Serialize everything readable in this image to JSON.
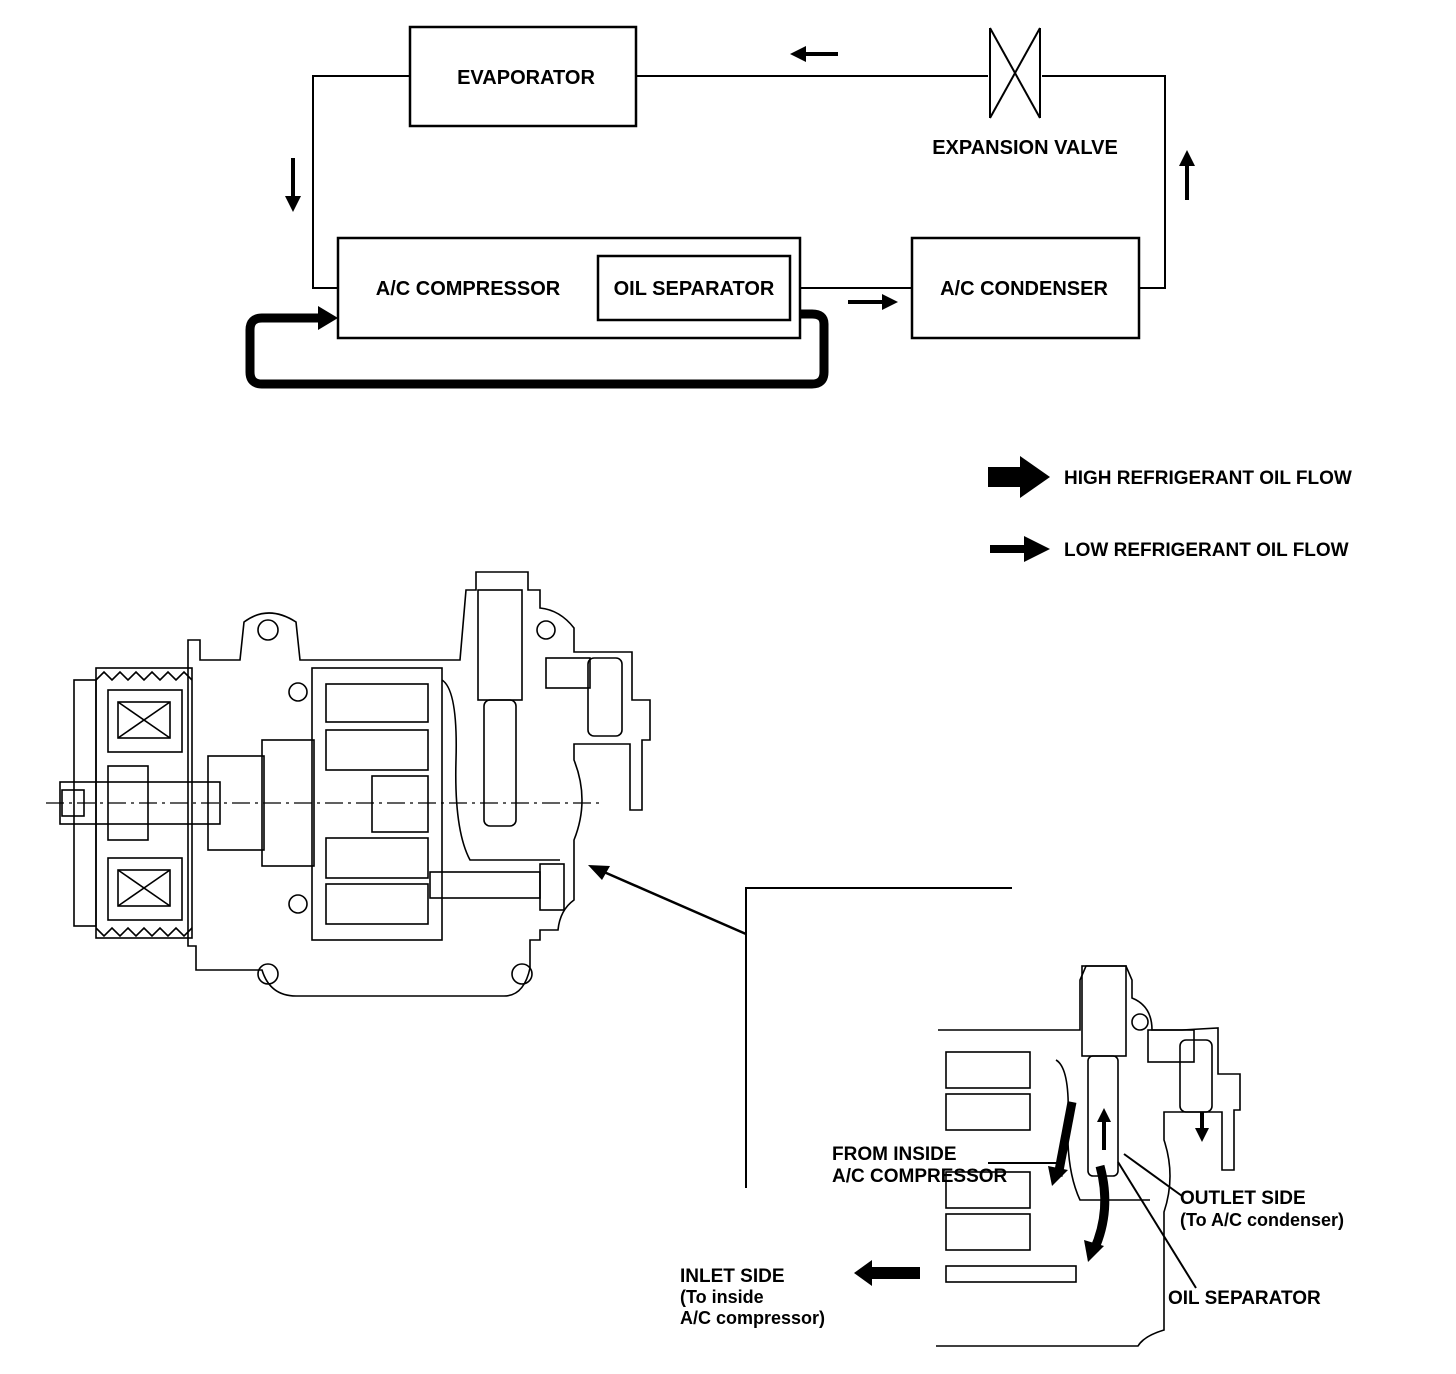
{
  "cycle": {
    "evaporator": "EVAPORATOR",
    "expansion_valve": "EXPANSION VALVE",
    "compressor": "A/C COMPRESSOR",
    "oil_separator": "OIL SEPARATOR",
    "condenser": "A/C CONDENSER"
  },
  "legend": {
    "high_flow": "HIGH REFRIGERANT OIL FLOW",
    "low_flow": "LOW REFRIGERANT OIL FLOW"
  },
  "detail": {
    "from_inside_1": "FROM INSIDE",
    "from_inside_2": "A/C COMPRESSOR",
    "outlet_1": "OUTLET SIDE",
    "outlet_2": "(To A/C condenser)",
    "inlet_1": "INLET SIDE",
    "inlet_2": "(To inside",
    "inlet_3": "A/C compressor)",
    "oil_separator": "OIL SEPARATOR"
  }
}
